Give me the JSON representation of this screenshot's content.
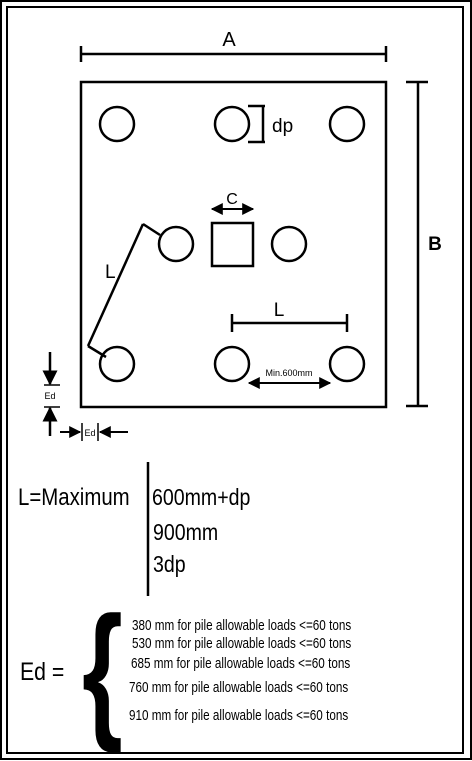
{
  "diagram": {
    "labels": {
      "A": "A",
      "B": "B",
      "dp": "dp",
      "C": "C",
      "L_diag": "L",
      "L_horiz": "L",
      "min_spacing": "Min.600mm",
      "ed_vertical": "Ed",
      "ed_horizontal": "Ed"
    }
  },
  "formula_L": {
    "lhs": "L=Maximum",
    "options": [
      "600mm+dp",
      "900mm",
      "3dp"
    ]
  },
  "formula_Ed": {
    "lhs": "Ed =",
    "brace": "{",
    "options": [
      "380 mm for pile allowable loads <=60 tons",
      "530 mm for pile allowable loads <=60 tons",
      "685 mm for pile allowable loads <=60 tons",
      "760 mm for pile allowable loads <=60 tons",
      "910 mm for pile allowable loads <=60 tons"
    ]
  }
}
